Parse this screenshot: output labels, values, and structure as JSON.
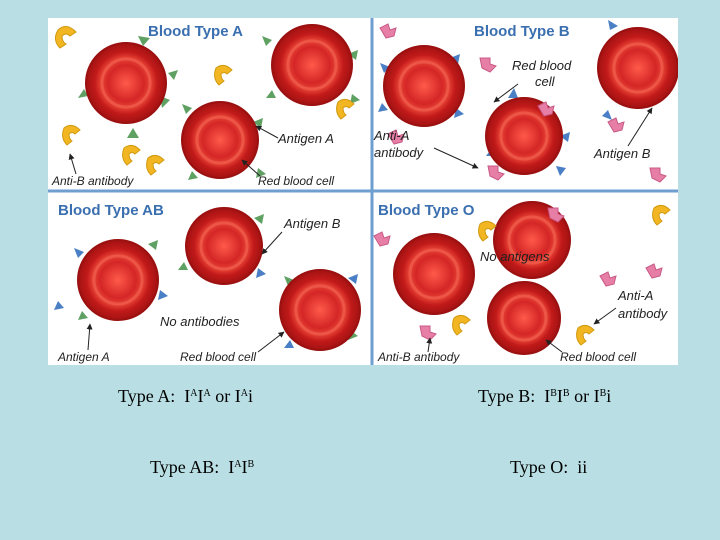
{
  "panels": {
    "a": {
      "title": "Blood Type A",
      "labels": [
        "Antigen A",
        "Anti-B antibody",
        "Red blood cell"
      ]
    },
    "b": {
      "title": "Blood Type B",
      "labels": [
        "Red blood",
        "cell",
        "Anti-A",
        "antibody",
        "Antigen B"
      ]
    },
    "ab": {
      "title": "Blood Type AB",
      "labels": [
        "Antigen B",
        "No antibodies",
        "Antigen A",
        "Red blood cell"
      ]
    },
    "o": {
      "title": "Blood Type O",
      "labels": [
        "No antigens",
        "Anti-A",
        "antibody",
        "Anti-B antibody",
        "Red blood cell"
      ]
    }
  },
  "genotypes": {
    "a": {
      "prefix": "Type A:",
      "allele1_base": "I",
      "allele1_sup": "A",
      "allele2_base": "I",
      "allele2_sup": "A",
      "joiner": "or",
      "alt_base": "I",
      "alt_sup": "A",
      "alt_recessive": "i"
    },
    "b": {
      "prefix": "Type B:",
      "allele1_base": "I",
      "allele1_sup": "B",
      "allele2_base": "I",
      "allele2_sup": "B",
      "joiner": "or",
      "alt_base": "I",
      "alt_sup": "B",
      "alt_recessive": "i"
    },
    "ab": {
      "prefix": "Type AB:",
      "allele1_base": "I",
      "allele1_sup": "A",
      "allele2_base": "I",
      "allele2_sup": "B"
    },
    "o": {
      "prefix": "Type O:",
      "text": "ii"
    }
  },
  "colors": {
    "title": "#3a6fb0",
    "label": "#222222",
    "divider": "#6f9ed0",
    "cell_outer": "#b81818",
    "cell_ring": "#e03a30",
    "cell_inner": "#c42020",
    "antigen_a": "#5fa063",
    "antigen_b": "#4a7fc5",
    "anti_b_antibody": "#f2b623",
    "anti_a_antibody": "#e77ea6",
    "background": "#b9dfe5"
  },
  "icons": {
    "antigen_a": "green-triangle-antigen",
    "antigen_b": "blue-triangle-antigen",
    "anti_b": "yellow-y-antibody",
    "anti_a": "pink-y-antibody"
  }
}
